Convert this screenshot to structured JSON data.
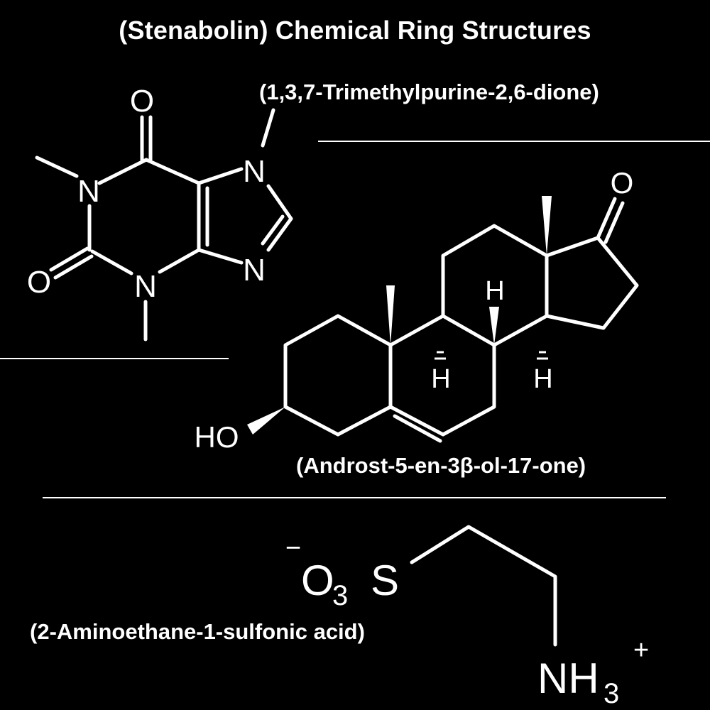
{
  "title": "(Stenabolin) Chemical Ring Structures",
  "molecules": [
    {
      "caption": "(1,3,7-Trimethylpurine-2,6-dione)",
      "atoms": {
        "o_top": "O",
        "o_left": "O",
        "n1": "N",
        "n3": "N",
        "n7": "N",
        "n9": "N"
      }
    },
    {
      "caption": "(Androst-5-en-3β-ol-17-one)",
      "atoms": {
        "o17": "O",
        "ho": "HO",
        "h8": "H",
        "h9": "H",
        "h14": "H"
      }
    },
    {
      "caption": "(2-Aminoethane-1-sulfonic acid)",
      "atoms": {
        "charge_minus": "−",
        "o3": "O",
        "sub3": "3",
        "s": "S",
        "nh": "NH",
        "sub3b": "3",
        "charge_plus": "+"
      }
    }
  ],
  "colors": {
    "background": "#000000",
    "foreground": "#ffffff"
  }
}
